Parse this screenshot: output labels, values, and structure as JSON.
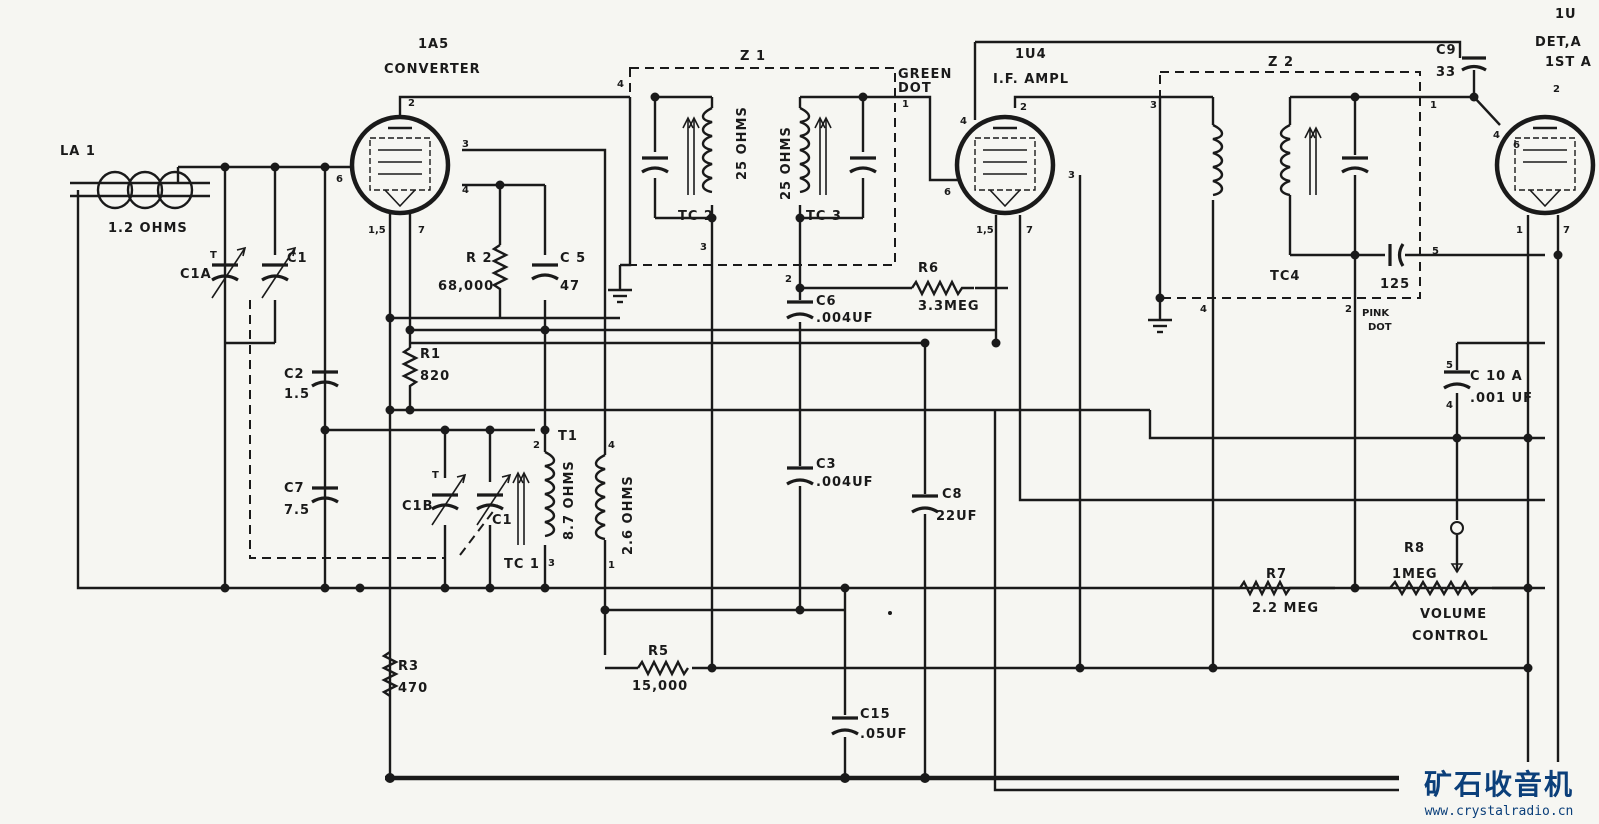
{
  "tubes": {
    "v1": {
      "type": "1A5",
      "function": "CONVERTER"
    },
    "v2": {
      "type": "1U4",
      "function": "I.F. AMPL"
    },
    "v3": {
      "type": "1U",
      "function_1": "DET,A",
      "function_2": "1ST A"
    }
  },
  "pins": {
    "v1_plate": "2",
    "v1_g1": "3",
    "v1_g2": "4",
    "v1_g3": "6",
    "v1_fil": "1,5",
    "v1_g4": "7",
    "v2_plate": "2",
    "v2_g2": "3",
    "v2_g1": "6",
    "v2_fil": "1,5",
    "v2_g3": "7",
    "v2_cap": "4",
    "v3_plate": "2",
    "v3_g1": "6",
    "v3_fil": "1",
    "v3_g2": "7",
    "v3_cap": "4"
  },
  "blocks": {
    "z1": {
      "label": "Z 1",
      "tag1": "GREEN",
      "tag2": "DOT",
      "pin_left": "4",
      "pin_right": "1",
      "pin_bottom1": "3",
      "pin_bottom2": "2"
    },
    "z2": {
      "label": "Z 2",
      "tag1": "PINK",
      "tag2": "DOT",
      "pin_left": "3",
      "pin_right": "1",
      "pin_bottom1": "4",
      "pin_bottom2": "2",
      "pin_side": "5"
    }
  },
  "components": {
    "la1": {
      "name": "LA 1",
      "value": "1.2 OHMS"
    },
    "c1a": {
      "name": "C1A",
      "trim": "T"
    },
    "c1": {
      "name": "C1"
    },
    "c1b": {
      "name": "C1",
      "trim": "T"
    },
    "c1b_main": {
      "name": "C1B",
      "trim": "T"
    },
    "c2": {
      "name": "C2",
      "value": "1.5"
    },
    "c7": {
      "name": "C7",
      "value": "7.5"
    },
    "r2": {
      "name": "R 2",
      "value": "68,000"
    },
    "c5": {
      "name": "C 5",
      "value": "47"
    },
    "r1": {
      "name": "R1",
      "value": "820"
    },
    "r3": {
      "name": "R3",
      "value": "470"
    },
    "t1": {
      "name": "T1",
      "pin2": "2",
      "pin3": "3",
      "pin4": "4",
      "pin1": "1"
    },
    "tc1": {
      "name": "TC 1",
      "value": "8.7 OHMS"
    },
    "t1_sec": {
      "value": "2.6 OHMS"
    },
    "tc2": {
      "name": "TC 2",
      "value": "25 OHMS"
    },
    "tc3": {
      "name": "TC 3",
      "value": "25 OHMS"
    },
    "tc4": {
      "name": "TC4"
    },
    "r6": {
      "name": "R6",
      "value": "3.3MEG"
    },
    "c6": {
      "name": "C6",
      "value": ".004UF"
    },
    "c3": {
      "name": "C3",
      "value": ".004UF"
    },
    "c8": {
      "name": "C8",
      "value": "22UF"
    },
    "c15": {
      "name": "C15",
      "value": ".05UF"
    },
    "r5": {
      "name": "R5",
      "value": "15,000"
    },
    "r7": {
      "name": "R7",
      "value": "2.2 MEG"
    },
    "r8": {
      "name": "R8",
      "value": "1MEG",
      "caption1": "VOLUME",
      "caption2": "CONTROL"
    },
    "c9": {
      "name": "C9",
      "value": "33"
    },
    "c10a": {
      "name": "C 10 A",
      "value": ".001 UF",
      "pin_top": "5",
      "pin_bottom": "4"
    },
    "c125": {
      "value": "125"
    }
  },
  "watermark": {
    "logo": "矿石收音机",
    "url": "www.crystalradio.cn"
  },
  "colors": {
    "ink": "#1a1a1a",
    "paper": "#f6f6f2",
    "watermark": "#0b3f7a"
  }
}
